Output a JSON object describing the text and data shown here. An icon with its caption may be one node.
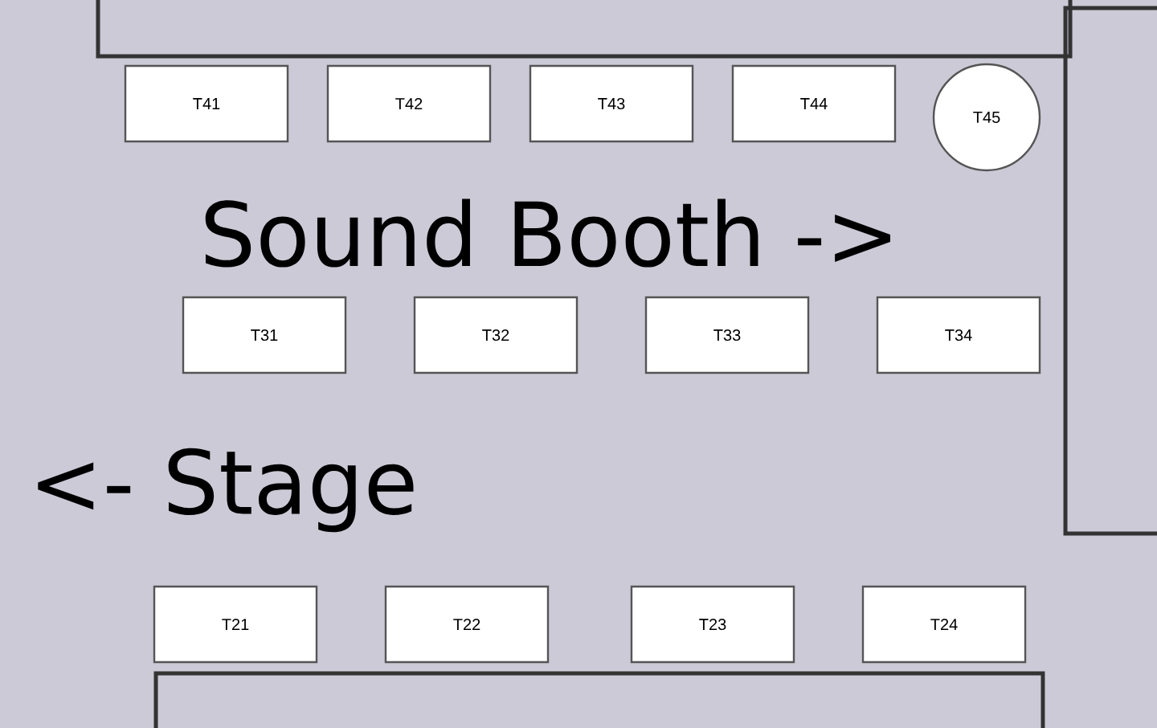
{
  "diagram": {
    "nodes": [
      {
        "text": [
          "T41"
        ]
      },
      {
        "text": [
          "T42"
        ]
      },
      {
        "text": [
          "T43"
        ]
      },
      {
        "text": [
          "T44"
        ]
      },
      {
        "text": [
          "T45"
        ]
      },
      {
        "text": [
          "T31"
        ]
      },
      {
        "text": [
          "T32"
        ]
      },
      {
        "text": [
          "T33"
        ]
      },
      {
        "text": [
          "T34"
        ]
      },
      {
        "text": [
          "T21"
        ]
      },
      {
        "text": [
          "T22"
        ]
      },
      {
        "text": [
          "T23"
        ]
      },
      {
        "text": [
          "T24"
        ]
      },
      {
        "text": [],
        "shape": "box"
      },
      {
        "text": [],
        "shape": "box"
      },
      {
        "text": [],
        "shape": "box"
      }
    ],
    "labels": [
      "Sound Booth ->",
      "<- Stage"
    ]
  }
}
